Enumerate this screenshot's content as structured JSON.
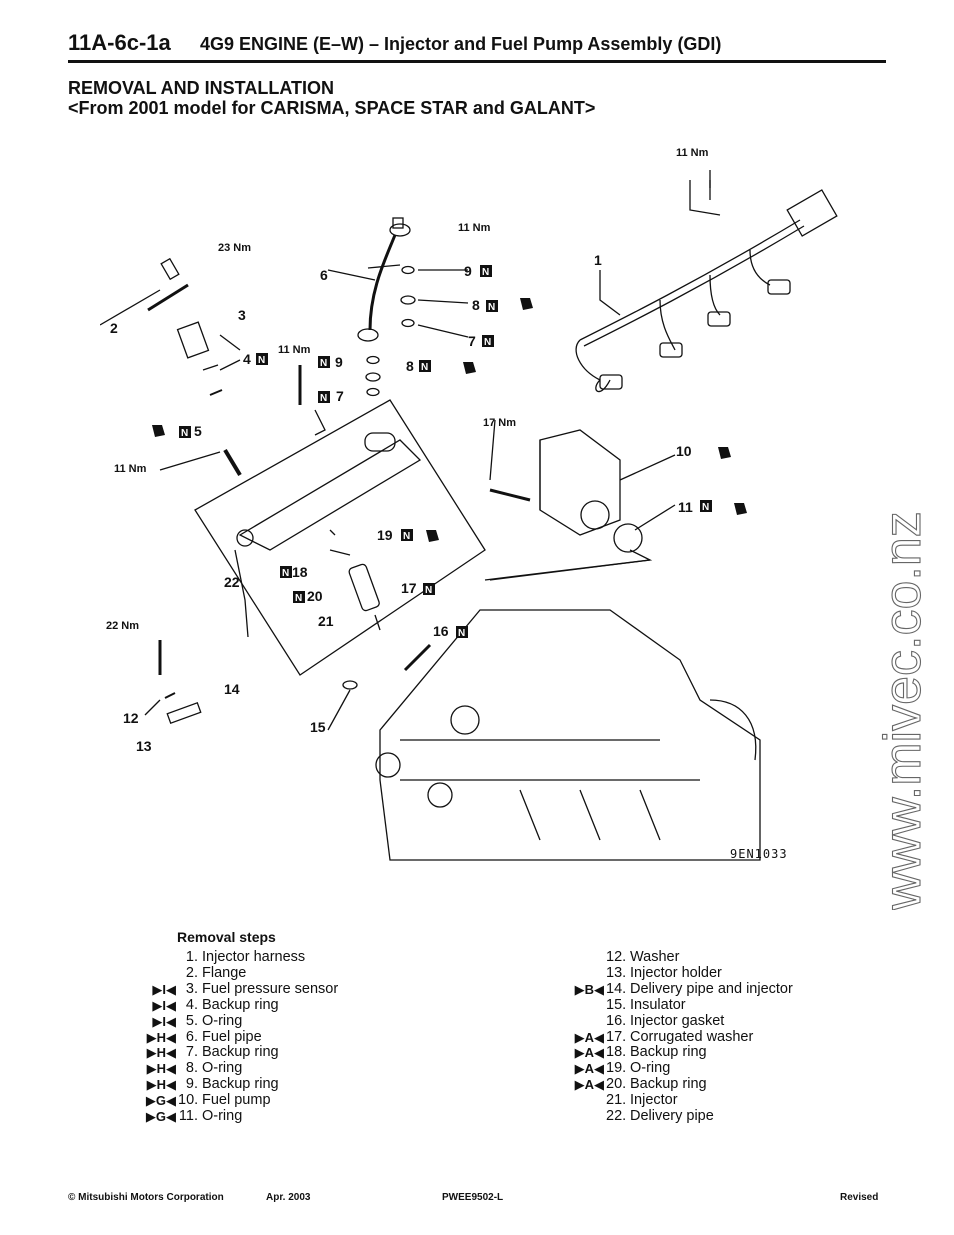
{
  "header": {
    "code": "11A-6c-1a",
    "title": "4G9 ENGINE (E–W) – Injector and Fuel Pump Assembly (GDI)"
  },
  "section": {
    "title": "REMOVAL AND INSTALLATION",
    "subtitle": "<From 2001 model for CARISMA, SPACE STAR and GALANT>"
  },
  "diagram": {
    "code": "9EN1033",
    "torques": [
      "11 Nm",
      "11 Nm",
      "23 Nm",
      "11 Nm",
      "17 Nm",
      "11 Nm",
      "22 Nm"
    ],
    "callouts": [
      "1",
      "2",
      "3",
      "4",
      "5",
      "6",
      "7",
      "7",
      "8",
      "8",
      "9",
      "9",
      "10",
      "11",
      "12",
      "13",
      "14",
      "15",
      "16",
      "17",
      "18",
      "19",
      "20",
      "21",
      "22"
    ],
    "new_part_mark": "N"
  },
  "watermark": "www.mivec.co.nz",
  "steps": {
    "title": "Removal steps",
    "left": [
      {
        "mark": "",
        "num": "1.",
        "text": "Injector harness"
      },
      {
        "mark": "",
        "num": "2.",
        "text": "Flange"
      },
      {
        "mark": "▶I◀",
        "num": "3.",
        "text": "Fuel pressure sensor"
      },
      {
        "mark": "▶I◀",
        "num": "4.",
        "text": "Backup ring"
      },
      {
        "mark": "▶I◀",
        "num": "5.",
        "text": "O-ring"
      },
      {
        "mark": "▶H◀",
        "num": "6.",
        "text": "Fuel pipe"
      },
      {
        "mark": "▶H◀",
        "num": "7.",
        "text": "Backup ring"
      },
      {
        "mark": "▶H◀",
        "num": "8.",
        "text": "O-ring"
      },
      {
        "mark": "▶H◀",
        "num": "9.",
        "text": "Backup ring"
      },
      {
        "mark": "▶G◀",
        "num": "10.",
        "text": "Fuel pump"
      },
      {
        "mark": "▶G◀",
        "num": "11.",
        "text": "O-ring"
      }
    ],
    "right": [
      {
        "mark": "",
        "num": "12.",
        "text": "Washer"
      },
      {
        "mark": "",
        "num": "13.",
        "text": "Injector holder"
      },
      {
        "mark": "▶B◀",
        "num": "14.",
        "text": "Delivery pipe and injector"
      },
      {
        "mark": "",
        "num": "15.",
        "text": "Insulator"
      },
      {
        "mark": "",
        "num": "16.",
        "text": "Injector gasket"
      },
      {
        "mark": "▶A◀",
        "num": "17.",
        "text": "Corrugated washer"
      },
      {
        "mark": "▶A◀",
        "num": "18.",
        "text": "Backup ring"
      },
      {
        "mark": "▶A◀",
        "num": "19.",
        "text": "O-ring"
      },
      {
        "mark": "▶A◀",
        "num": "20.",
        "text": "Backup ring"
      },
      {
        "mark": "",
        "num": "21.",
        "text": "Injector"
      },
      {
        "mark": "",
        "num": "22.",
        "text": "Delivery pipe"
      }
    ]
  },
  "footer": {
    "copyright": "Mitsubishi Motors Corporation",
    "date": "Apr. 2003",
    "doc": "PWEE9502-L",
    "status": "Revised"
  }
}
